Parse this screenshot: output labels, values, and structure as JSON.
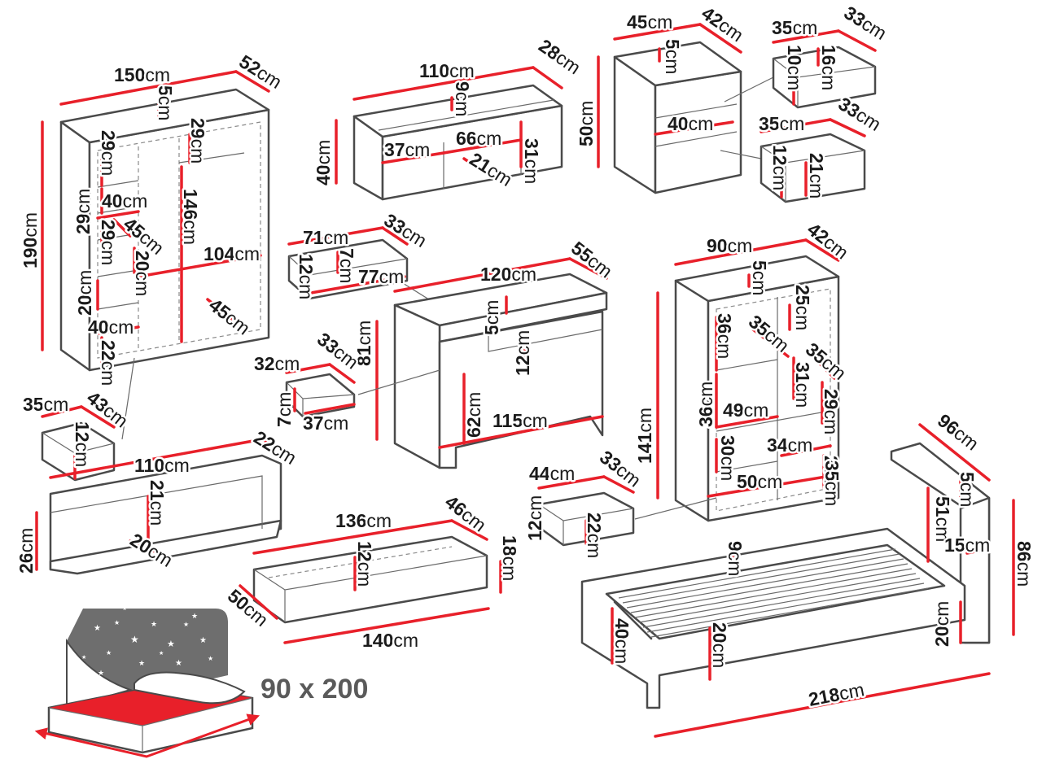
{
  "colors": {
    "accent": "#e8202a",
    "outline": "#4a4a4a",
    "night_panel": "#6e6e6e"
  },
  "unit": "cm",
  "bed_size": "90 x 200",
  "items": {
    "wardrobe": {
      "width": "150",
      "depth": "52",
      "height": "190",
      "top": "5",
      "shelf_h1": "29",
      "shelf_h2": "29",
      "rail_h": "29",
      "hang_h": "146",
      "shelf_w": "40",
      "shelf_d": "45",
      "shelf_h3": "29",
      "shelf_h4": "20",
      "shelf_h5": "20",
      "inner_w": "104",
      "inner_d": "45",
      "drawer_w": "40",
      "drawer_h": "22"
    },
    "wardrobe_drawer": {
      "width": "35",
      "depth": "43",
      "height": "12"
    },
    "tv_unit": {
      "width": "110",
      "depth": "28",
      "height": "40",
      "top": "9",
      "niche_w1": "37",
      "niche_w2": "66",
      "niche_d": "21",
      "niche_h": "31"
    },
    "nightstand": {
      "width": "45",
      "depth": "42",
      "height": "50",
      "top": "5",
      "inner_w": "40"
    },
    "ns_drawer1": {
      "width": "35",
      "depth": "33",
      "height": "10",
      "inner_h": "16"
    },
    "ns_drawer2": {
      "width": "35",
      "depth": "33",
      "height": "12",
      "inner_h": "21"
    },
    "desk_drawer": {
      "width": "71",
      "depth": "33",
      "height": "12",
      "inner_h": "7",
      "inner_w": "77"
    },
    "desk": {
      "width": "120",
      "depth": "55",
      "height": "81",
      "top": "5",
      "drawer_h": "12",
      "leg_h": "62",
      "leg_w": "115"
    },
    "small_drawer": {
      "width": "32",
      "depth": "33",
      "height": "7",
      "inner_w": "37"
    },
    "shelf": {
      "width": "110",
      "depth": "22",
      "height": "26",
      "inner_h": "21",
      "inner_d": "20"
    },
    "bookcase": {
      "width": "90",
      "depth": "42",
      "height": "141",
      "top": "5",
      "c1": "25",
      "c2": "36",
      "c3": "35",
      "c4": "35",
      "c5": "31",
      "c6": "36",
      "c7": "49",
      "c8": "29",
      "c9": "29",
      "c10": "30",
      "c11": "34",
      "c12": "50",
      "c13": "35"
    },
    "bookcase_drawer": {
      "width": "44",
      "depth": "33",
      "height": "12",
      "inner_h": "22"
    },
    "bed_drawer": {
      "width": "136",
      "depth": "46",
      "height": "18",
      "inner_h": "12",
      "side_d": "50",
      "outer_w": "140"
    },
    "bed": {
      "head_w": "96",
      "head_top": "5",
      "head_h": "51",
      "head_in": "15",
      "head_total": "86",
      "slat_gap": "9",
      "side_h": "40",
      "rail_h": "20",
      "foot_h": "20",
      "length": "218"
    }
  }
}
